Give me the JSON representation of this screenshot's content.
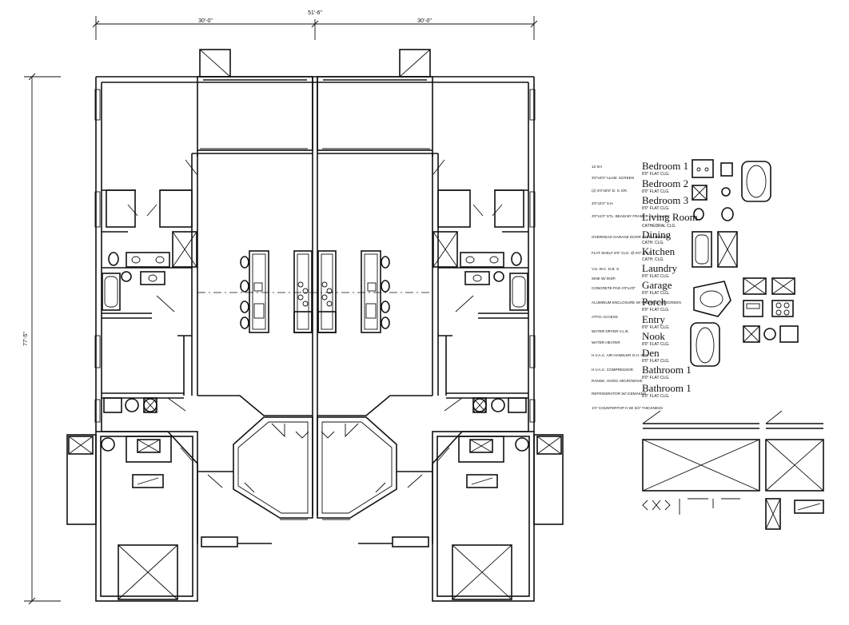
{
  "dimensions": {
    "overall_width": "51'-6\"",
    "left_width": "30'-0\"",
    "right_width": "30'-0\"",
    "overall_depth": "77'-5\""
  },
  "room_schedule": [
    {
      "name": "Bedroom 1",
      "spec": "8'0\" FLAT CLG."
    },
    {
      "name": "Bedroom 2",
      "spec": "8'0\" FLAT CLG."
    },
    {
      "name": "Bedroom 3",
      "spec": "8'0\" FLAT CLG."
    },
    {
      "name": "Living Room",
      "spec": "CATHEDRAL CLG."
    },
    {
      "name": "Dining",
      "spec": "CATH. CLG."
    },
    {
      "name": "Kitchen",
      "spec": "CATH. CLG."
    },
    {
      "name": "Laundry",
      "spec": "8'0\" FLAT CLG."
    },
    {
      "name": "Garage",
      "spec": "8'0\" FLAT CLG."
    },
    {
      "name": "Porch",
      "spec": "8'0\" FLAT CLG."
    },
    {
      "name": "Entry",
      "spec": "8'0\" FLAT CLG."
    },
    {
      "name": "Nook",
      "spec": "8'0\" FLAT CLG."
    },
    {
      "name": "Den",
      "spec": "8'0\" FLAT CLG."
    },
    {
      "name": "Bathroom 1",
      "spec": "8'0\" FLAT CLG."
    },
    {
      "name": "Bathroom 1",
      "spec": "8'0\" FLAT CLG."
    }
  ],
  "legend_notes": [
    "13 SH",
    "3'0\"x3'0\" ALUM. SCREEN",
    "(2) 3'0\"x6'8\" D. S. DR.",
    "3'0\"x2'0\" S.H.",
    "3'0\"x1'0\" STL. BEAM BY FRAMER CLASS ABV.",
    "OVERHEAD GARAGE DOOR STEEL 16'0\"x7'0\"",
    "FLAT SHELF 8'0\" CLG. @ 6'0\" A.F.F.",
    "V.S.  W.C.  D.B.  S.",
    "SINK W/ DISP.",
    "CONCRETE PAD 4'0\"x4'0\"",
    "ALUMINUM ENCLOSURE W/ FIBERGLASS SCREEN",
    "ATTIC ACCESS",
    "WATER DRYER V.L.B.",
    "WATER HEATER",
    "H.V.A.C. AIR HANDLER O.H. IN'S.",
    "H.V.A.C. COMPRESSOR",
    "RANGE, HOOD, MICROWAVE",
    "REFRIGERATOR W/ ICEMAKER",
    "1'0\" COUNTERTOP H W/ 3/4\" THICKNESS"
  ]
}
